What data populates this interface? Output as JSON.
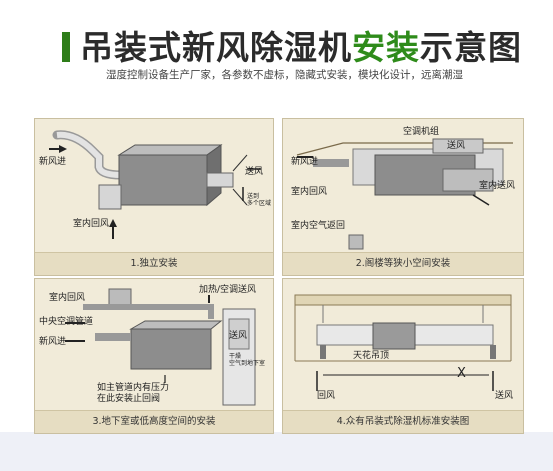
{
  "header": {
    "title_part1": "吊装式新风除湿机",
    "title_part2": "安装",
    "title_part3": "示意图",
    "subtitle": "湿度控制设备生产厂家，各参数不虚标，隐藏式安装，模块化设计，远离潮湿"
  },
  "panels": [
    {
      "caption": "1.独立安装",
      "labels": {
        "fresh_in": "新风进",
        "return": "室内回风",
        "supply": "送风",
        "multi_a": "送到",
        "multi_b": "多个区域"
      }
    },
    {
      "caption": "2.阁楼等狭小空间安装",
      "labels": {
        "ahu": "空调机组",
        "supply": "送风",
        "fresh_in": "新风进",
        "return": "室内回风",
        "indoor_supply": "室内送风",
        "indoor_return": "室内空气返回"
      }
    },
    {
      "caption": "3.地下室或低高度空间的安装",
      "labels": {
        "return": "室内回风",
        "central_duct": "中央空调管道",
        "fresh_in": "新风进",
        "hvac_supply": "加热/空调送风",
        "supply": "送风",
        "dry_a": "干燥",
        "dry_b": "空气到地下室",
        "note_a": "如主管道内有压力",
        "note_b": "在此安装止回阀"
      }
    },
    {
      "caption": "4.众有吊装式除湿机标准安装图",
      "labels": {
        "ceiling_hanger": "天花吊顶",
        "return": "回风",
        "supply": "送风",
        "distance": "X"
      }
    }
  ],
  "colors": {
    "title_green": "#2e8b1a",
    "panel_bg": "#f1ebd9",
    "caption_bg": "#e6ddc2"
  }
}
